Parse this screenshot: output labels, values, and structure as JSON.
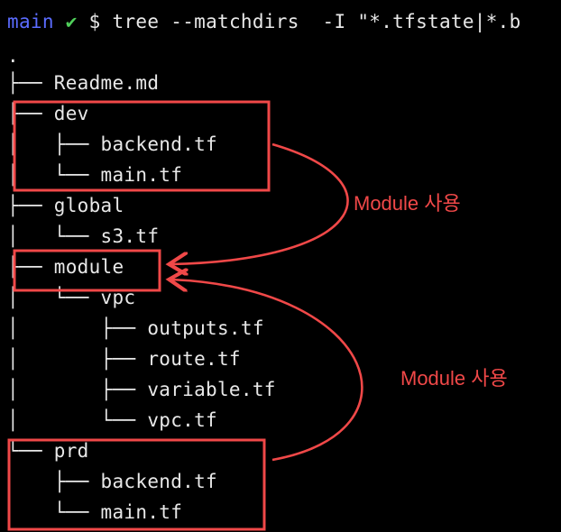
{
  "prompt": {
    "dir": "main",
    "status_mark": "✔",
    "symbol": "$",
    "command": "tree --matchdirs  -I \"*.tfstate|*.b"
  },
  "tree": {
    "root": ".",
    "rows": [
      {
        "conn": "├── ",
        "name": "Readme.md"
      },
      {
        "conn": "├── ",
        "name": "dev"
      },
      {
        "conn": "│   ├── ",
        "name": "backend.tf"
      },
      {
        "conn": "│   └── ",
        "name": "main.tf"
      },
      {
        "conn": "├── ",
        "name": "global"
      },
      {
        "conn": "│   └── ",
        "name": "s3.tf"
      },
      {
        "conn": "├── ",
        "name": "module"
      },
      {
        "conn": "│   └── ",
        "name": "vpc"
      },
      {
        "conn": "│       ├── ",
        "name": "outputs.tf"
      },
      {
        "conn": "│       ├── ",
        "name": "route.tf"
      },
      {
        "conn": "│       ├── ",
        "name": "variable.tf"
      },
      {
        "conn": "│       └── ",
        "name": "vpc.tf"
      },
      {
        "conn": "└── ",
        "name": "prd"
      },
      {
        "conn": "    ├── ",
        "name": "backend.tf"
      },
      {
        "conn": "    └── ",
        "name": "main.tf"
      }
    ]
  },
  "annotations": {
    "label_1": "Module 사용",
    "label_2": "Module 사용",
    "color": "#f04848"
  }
}
